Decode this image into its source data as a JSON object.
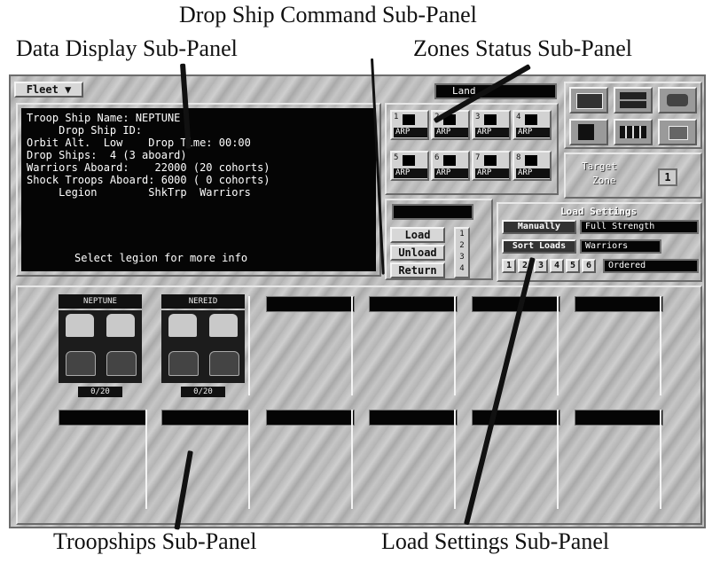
{
  "captions": {
    "drop_ship_command": "Drop Ship Command Sub-Panel",
    "data_display": "Data Display Sub-Panel",
    "zones_status": "Zones Status Sub-Panel",
    "troopships": "Troopships Sub-Panel",
    "load_settings": "Load Settings Sub-Panel"
  },
  "window": {
    "menu_label": "Fleet",
    "top_indicator": "Land"
  },
  "data_display": {
    "lines": [
      "Troop Ship Name: NEPTUNE",
      "     Drop Ship ID:",
      "Orbit Alt.  Low    Drop Time: 00:00",
      "Drop Ships:  4 (3 aboard)",
      "Warriors Aboard:    22000 (20 cohorts)",
      "Shock Troops Aboard: 6000 ( 0 cohorts)",
      "     Legion        ShkTrp  Warriors"
    ],
    "footer": "Select legion for more info"
  },
  "zones": {
    "items": [
      {
        "num": "1",
        "abbr": "ARP"
      },
      {
        "num": "2",
        "abbr": "ARP"
      },
      {
        "num": "3",
        "abbr": "ARP"
      },
      {
        "num": "4",
        "abbr": "ARP"
      },
      {
        "num": "5",
        "abbr": "ARP"
      },
      {
        "num": "6",
        "abbr": "ARP"
      },
      {
        "num": "7",
        "abbr": "ARP"
      },
      {
        "num": "8",
        "abbr": "ARP"
      }
    ]
  },
  "target_zone": {
    "label_line1": "Target",
    "label_line2": "Zone",
    "value": "1"
  },
  "drop_ship_command": {
    "buttons": [
      "Load",
      "Unload",
      "Return"
    ],
    "side_numbers": [
      "1",
      "2",
      "3",
      "4"
    ]
  },
  "load_settings": {
    "title": "Load Settings",
    "row1": {
      "button": "Manually",
      "value": "Full Strength"
    },
    "row2": {
      "button": "Sort Loads",
      "value": "Warriors"
    },
    "num_buttons": [
      "1",
      "2",
      "3",
      "4",
      "5",
      "6"
    ],
    "row3_value": "Ordered"
  },
  "troopships": {
    "ships": [
      {
        "title": "NEPTUNE",
        "footer": "0/20"
      },
      {
        "title": "NEREID",
        "footer": "0/20"
      }
    ]
  },
  "colors": {
    "panel_bg": "#b9b9b9",
    "screen_black": "#050505",
    "text_white": "#ffffff",
    "caption_text": "#111111"
  }
}
